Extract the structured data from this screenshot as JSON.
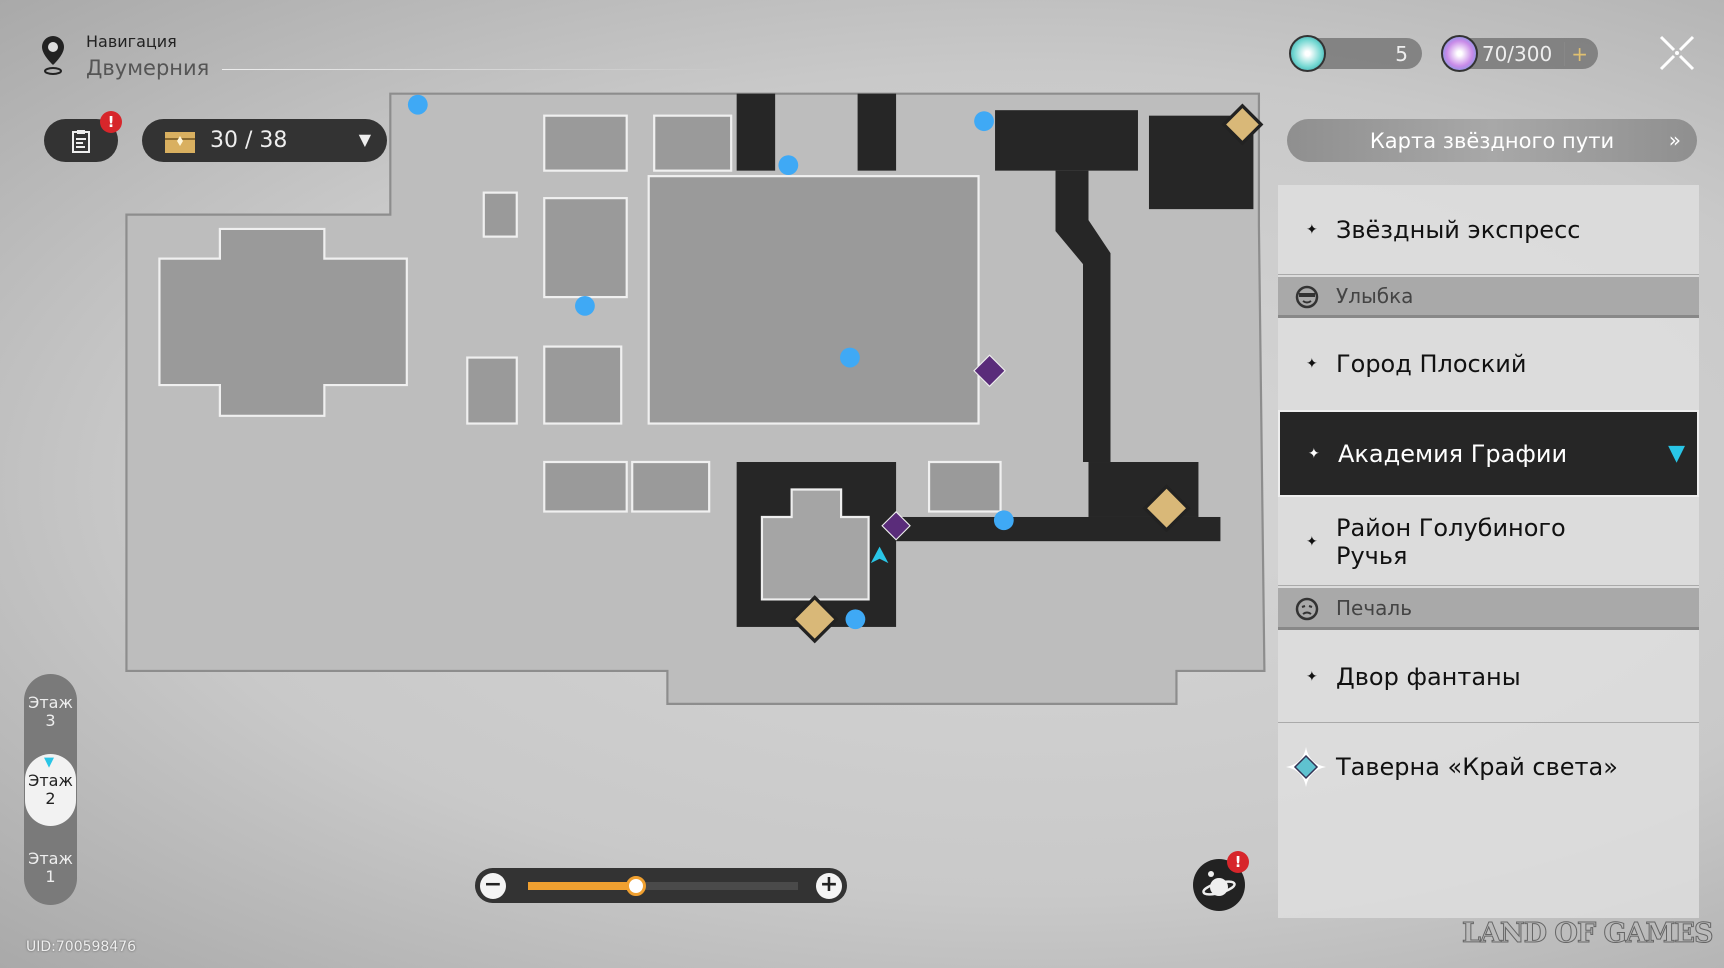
{
  "header": {
    "label": "Навигация",
    "title": "Двумерния"
  },
  "chest": {
    "count": "30 / 38"
  },
  "currency": [
    {
      "value": "5",
      "color": "#6fd6d0"
    },
    {
      "value": "70/300",
      "plus": "+",
      "color": "#c88ae8"
    }
  ],
  "star_map_button": "Карта звёздного пути",
  "locations": [
    {
      "type": "item",
      "label": "Звёздный экспресс"
    },
    {
      "type": "group",
      "label": "Улыбка"
    },
    {
      "type": "item",
      "label": "Город Плоский"
    },
    {
      "type": "item",
      "label": "Академия Графии",
      "selected": true
    },
    {
      "type": "item",
      "label": "Район Голубиного Ручья"
    },
    {
      "type": "group",
      "label": "Печаль"
    },
    {
      "type": "item",
      "label": "Двор фантаны"
    },
    {
      "type": "item",
      "label": "Таверна «Край света»",
      "current": true
    }
  ],
  "floors": [
    {
      "label": "Этаж",
      "num": "3"
    },
    {
      "label": "Этаж",
      "num": "2",
      "active": true
    },
    {
      "label": "Этаж",
      "num": "1"
    }
  ],
  "zoom": {
    "minus": "−",
    "plus": "+",
    "level": 0.4
  },
  "alert": "!",
  "uid": "UID:700598476",
  "watermark": "LAND OF GAMES",
  "colors": {
    "accent": "#f0a030",
    "marker": "#3fa9f5",
    "selected": "#29c5e6"
  }
}
